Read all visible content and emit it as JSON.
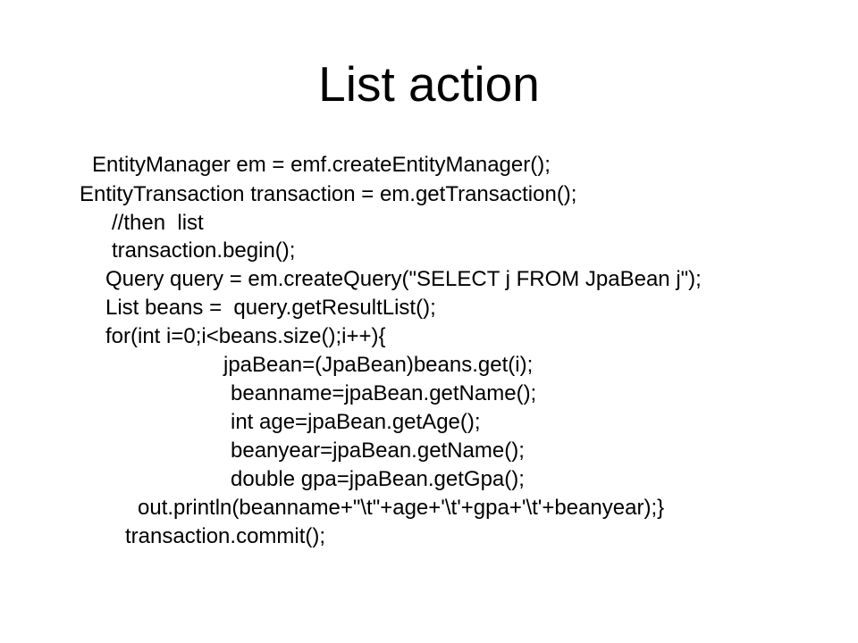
{
  "slide": {
    "title": "List action",
    "lines": [
      "EntityManager em = emf.createEntityManager();",
      "EntityTransaction transaction = em.getTransaction();",
      "//then  list",
      "transaction.begin();",
      "Query query = em.createQuery(\"SELECT j FROM JpaBean j\");",
      "List beans =  query.getResultList();",
      "for(int i=0;i<beans.size();i++){",
      "jpaBean=(JpaBean)beans.get(i);",
      "beanname=jpaBean.getName();",
      "int age=jpaBean.getAge();",
      "beanyear=jpaBean.getName();",
      "double gpa=jpaBean.getGpa();",
      "out.println(beanname+\"\\t\"+age+'\\t'+gpa+'\\t'+beanyear);}",
      "transaction.commit();"
    ]
  }
}
